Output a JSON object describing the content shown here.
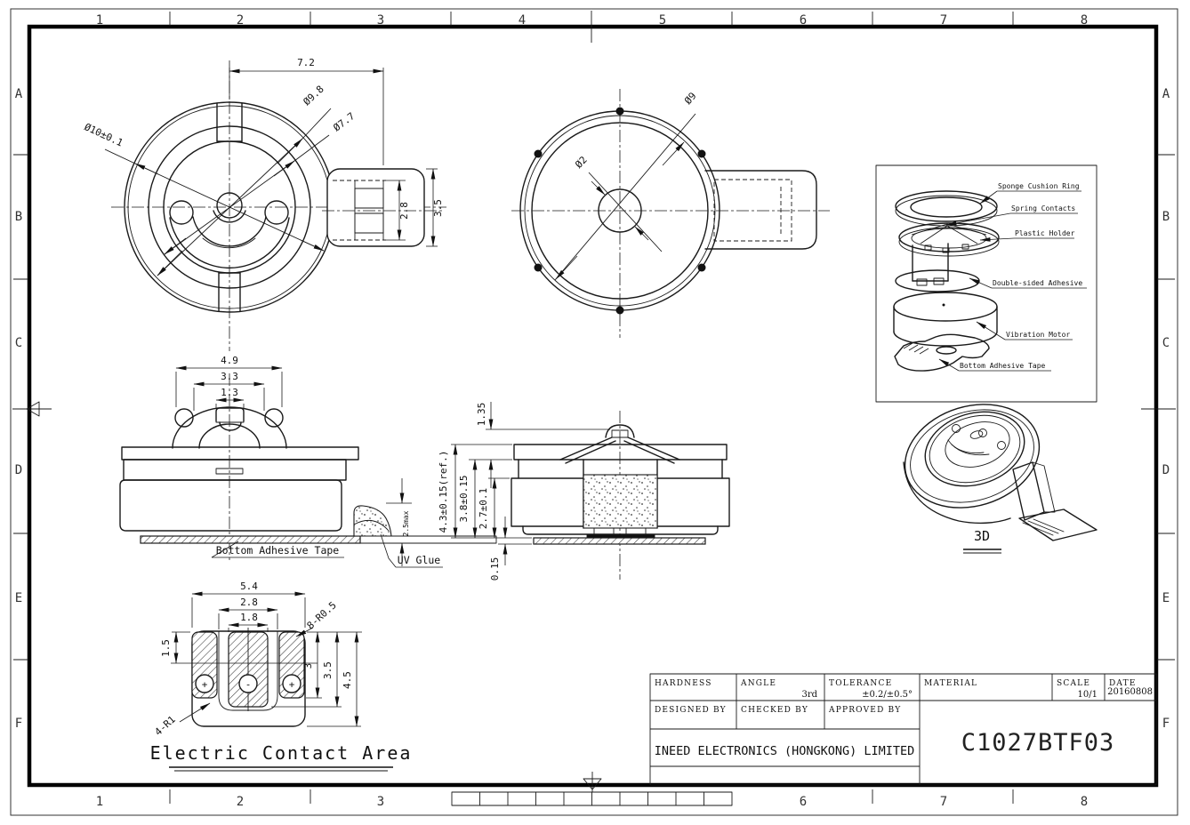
{
  "sheet": {
    "frame": {
      "columns": [
        "1",
        "2",
        "3",
        "4",
        "5",
        "6",
        "7",
        "8"
      ],
      "rows": [
        "A",
        "B",
        "C",
        "D",
        "E",
        "F"
      ]
    },
    "title_block": {
      "hardness_label": "HARDNESS",
      "angle_label": "ANGLE",
      "angle_value": "3rd",
      "tolerance_label": "TOLERANCE",
      "tolerance_value": "±0.2/±0.5°",
      "material_label": "MATERIAL",
      "scale_label": "SCALE",
      "scale_value": "10/1",
      "date_label": "DATE",
      "date_value": "20160808",
      "designed_by_label": "DESIGNED BY",
      "checked_by_label": "CHECKED BY",
      "approved_by_label": "APPROVED BY",
      "company": "INEED ELECTRONICS (HONGKONG) LIMITED",
      "part_number": "C1027BTF03"
    }
  },
  "views": {
    "holder_top": {
      "dim_width": "7.2",
      "dia_ring": "Ø9.8",
      "dia_inner": "Ø7.7",
      "dia_outer": "Ø10±0.1",
      "tab_inner_h": "2.8",
      "tab_outer_h": "3.5"
    },
    "motor_top": {
      "dia_body": "Ø9",
      "dia_hub": "Ø2"
    },
    "exploded": {
      "labels": [
        "Sponge Cushion Ring",
        "Spring Contacts",
        "Plastic Holder",
        "Double-sided Adhesive",
        "Vibration Motor",
        "Bottom Adhesive Tape"
      ]
    },
    "side_view": {
      "dim_w1": "4.9",
      "dim_w2": "3.3",
      "dim_w3": "1.3",
      "dim_glue": "2.5max",
      "label_tape": "Bottom Adhesive Tape",
      "label_glue": "UV Glue"
    },
    "section_view": {
      "dim_spring": "1.35",
      "dim_total": "4.3±0.15(ref.)",
      "dim_body": "3.8±0.15",
      "dim_inner": "2.7±0.1",
      "dim_tape": "0.15"
    },
    "iso_view": {
      "label": "3D"
    },
    "contact_area": {
      "title": "Electric Contact Area",
      "dim_w1": "5.4",
      "dim_w2": "2.8",
      "dim_w3": "1.8",
      "dim_h1": "1.5",
      "dim_h2": "3",
      "dim_h3": "3.5",
      "dim_h4": "4.5",
      "radius_corner": "8-R0.5",
      "radius_outer": "4-R1",
      "polarity": [
        "+",
        "-",
        "+"
      ]
    }
  }
}
